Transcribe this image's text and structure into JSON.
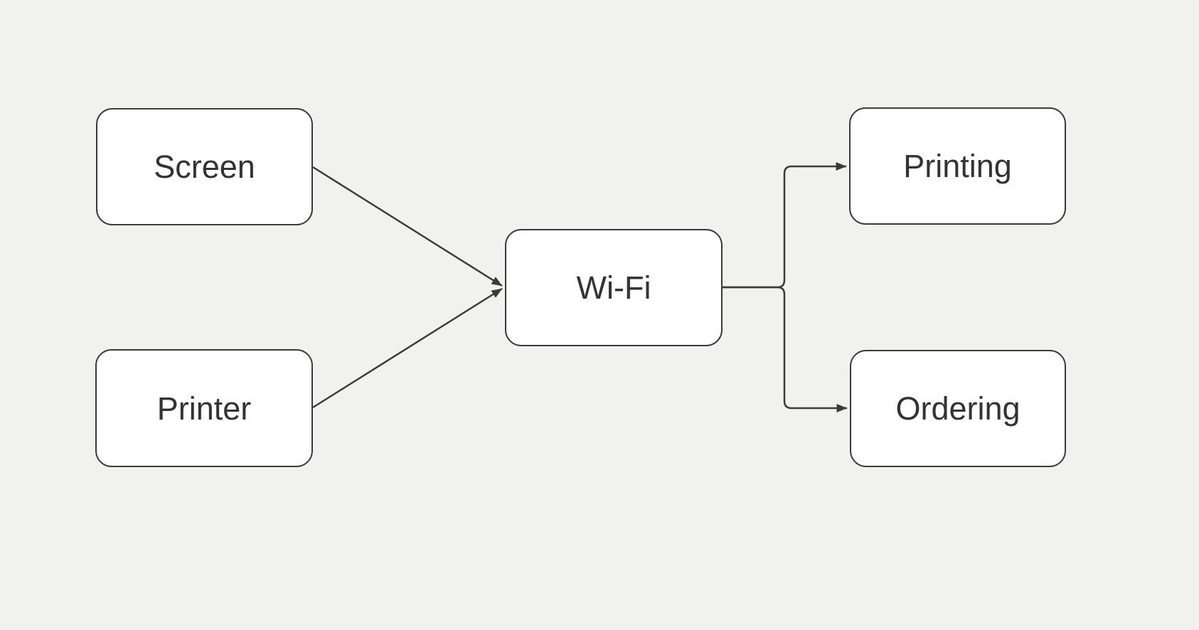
{
  "canvas": {
    "background_color": "#f1f1f0",
    "node_fill_color": "#ffffff",
    "stroke_color": "#3b3b3b",
    "text_color": "#333333"
  },
  "diagram": {
    "type": "flowchart",
    "nodes": [
      {
        "id": "screen",
        "label": "Screen"
      },
      {
        "id": "printer",
        "label": "Printer"
      },
      {
        "id": "wifi",
        "label": "Wi-Fi"
      },
      {
        "id": "printing",
        "label": "Printing"
      },
      {
        "id": "ordering",
        "label": "Ordering"
      }
    ],
    "edges": [
      {
        "from": "Screen",
        "to": "Wi-Fi",
        "style": "straight",
        "arrow": "end"
      },
      {
        "from": "Printer",
        "to": "Wi-Fi",
        "style": "straight",
        "arrow": "end"
      },
      {
        "from": "Wi-Fi",
        "to": "Printing",
        "style": "orthogonal",
        "arrow": "end"
      },
      {
        "from": "Wi-Fi",
        "to": "Ordering",
        "style": "orthogonal",
        "arrow": "end"
      }
    ]
  }
}
